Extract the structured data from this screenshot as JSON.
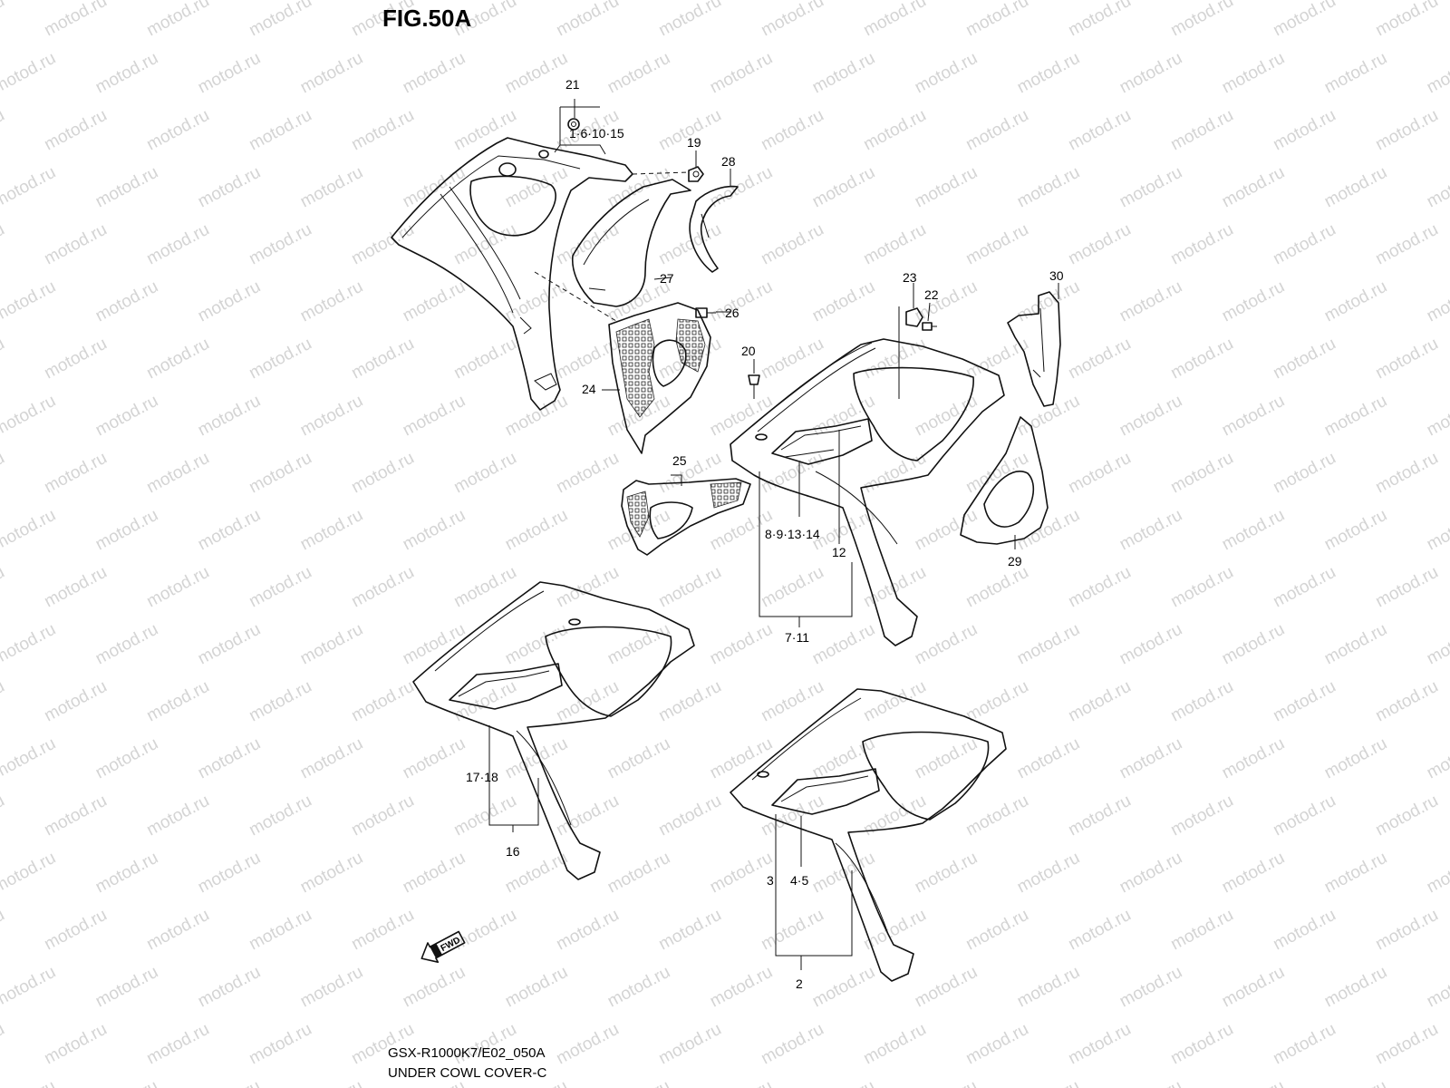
{
  "title": "FIG.50A",
  "watermark": "motod.ru",
  "footer": {
    "code": "GSX-R1000K7/E02_050A",
    "caption": "UNDER COWL COVER-C"
  },
  "fwd_label": "FWD",
  "labels": {
    "p21": "21",
    "p1_6_10_15": "1·6·10·15",
    "p19": "19",
    "p28": "28",
    "p27": "27",
    "p26": "26",
    "p24": "24",
    "p25": "25",
    "p23": "23",
    "p22": "22",
    "p30": "30",
    "p20": "20",
    "p8_9_13_14": "8·9·13·14",
    "p12": "12",
    "p7_11": "7·11",
    "p29": "29",
    "p17_18": "17·18",
    "p16": "16",
    "p3": "3",
    "p4_5": "4·5",
    "p2": "2"
  }
}
